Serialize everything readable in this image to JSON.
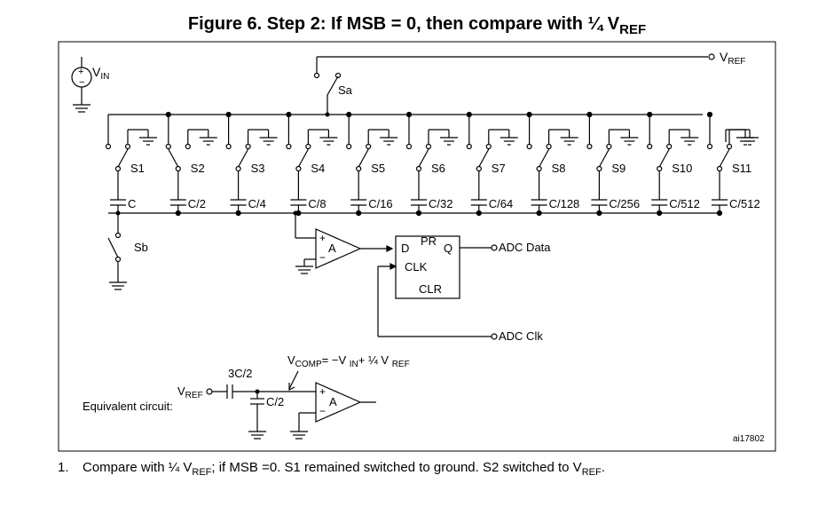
{
  "figure": {
    "title_prefix": "Figure 6. Step 2: If MSB = 0, then compare with ¼ V",
    "title_sub": "REF"
  },
  "labels": {
    "vin_main": "V",
    "vin_sub": "IN",
    "vref_main": "V",
    "vref_sub": "REF",
    "sa": "Sa",
    "sb": "Sb",
    "comparator": "A",
    "ff_d": "D",
    "ff_pr": "PR",
    "ff_q": "Q",
    "ff_clk": "CLK",
    "ff_clr": "CLR",
    "adc_data": "ADC Data",
    "adc_clk": "ADC Clk",
    "plus": "+",
    "minus": "−",
    "ref_id": "ai17802"
  },
  "switches": [
    "S1",
    "S2",
    "S3",
    "S4",
    "S5",
    "S6",
    "S7",
    "S8",
    "S9",
    "S10",
    "S11"
  ],
  "capacitors": [
    "C",
    "C/2",
    "C/4",
    "C/8",
    "C/16",
    "C/32",
    "C/64",
    "C/128",
    "C/256",
    "C/512",
    "C/512"
  ],
  "equivalent": {
    "label": "Equivalent circuit:",
    "series_cap": "3C/2",
    "shunt_cap": "C/2",
    "vref_main": "V",
    "vref_sub": "REF",
    "vcomp_main": "V",
    "vcomp_sub": "COMP",
    "vcomp_eq1": "= −V ",
    "vcomp_in": "IN",
    "vcomp_eq2": "+ ¼ V ",
    "vcomp_ref": "REF"
  },
  "footnote": {
    "number": "1.",
    "part1": "Compare with ¼ V",
    "sub1": "REF",
    "part2": "; if MSB =0. S1 remained switched to ground. S2 switched to V",
    "sub2": "REF",
    "part3": "."
  }
}
